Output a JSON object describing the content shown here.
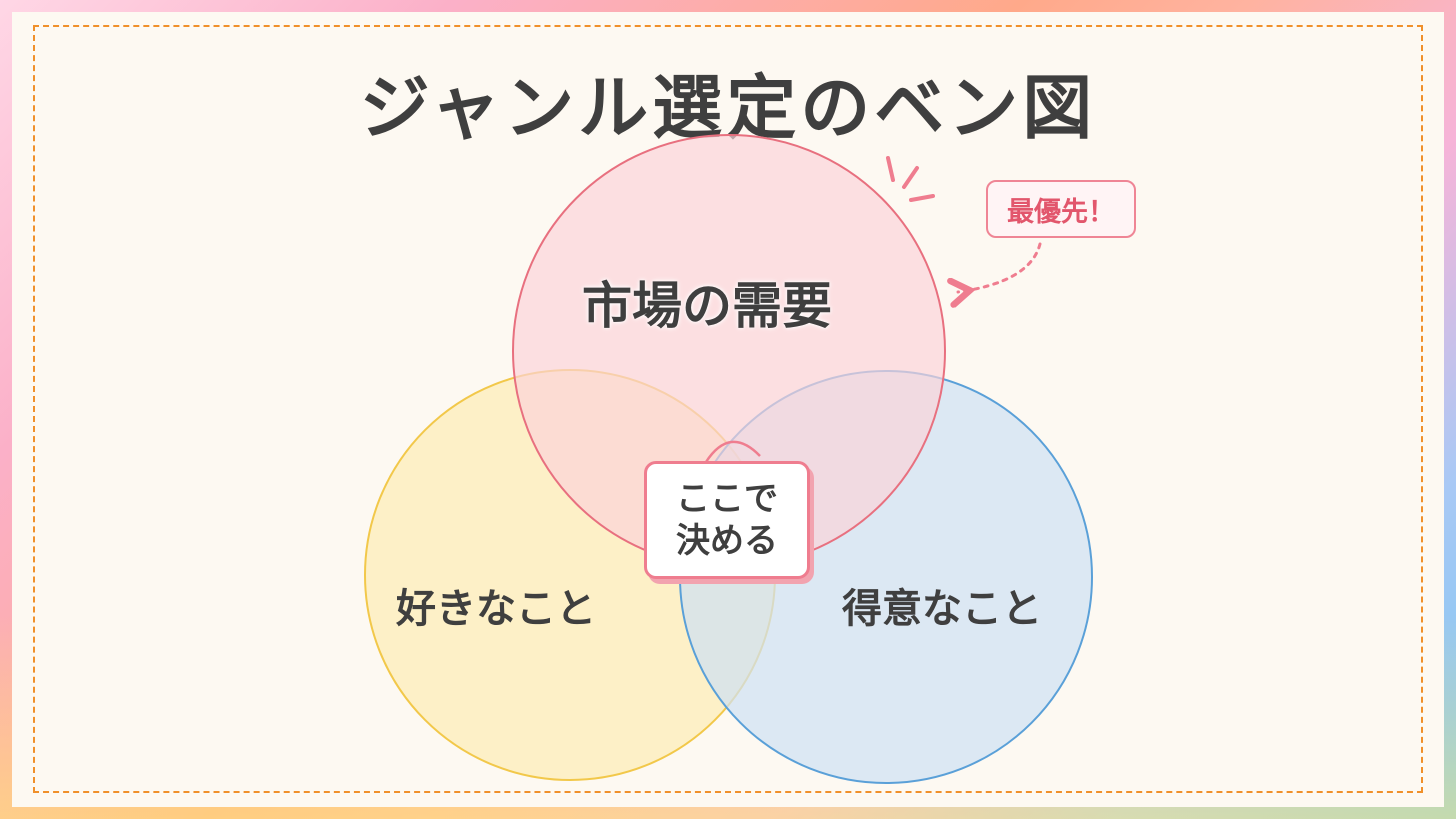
{
  "title": "ジャンル選定のベン図",
  "circles": {
    "market_demand": {
      "label": "市場の需要",
      "fill": "#fbd3d9",
      "stroke": "#e8707f"
    },
    "likes": {
      "label": "好きなこと",
      "fill": "#fcebb6",
      "stroke": "#f2c84a"
    },
    "strengths": {
      "label": "得意なこと",
      "fill": "#cfe1f3",
      "stroke": "#5aa0d8"
    }
  },
  "center": {
    "line1": "ここで",
    "line2": "決める"
  },
  "callout": {
    "text": "最優先！",
    "color": "#e2566c"
  },
  "colors": {
    "accent_border": "#f0902a",
    "title_text": "#3f3f3f"
  }
}
